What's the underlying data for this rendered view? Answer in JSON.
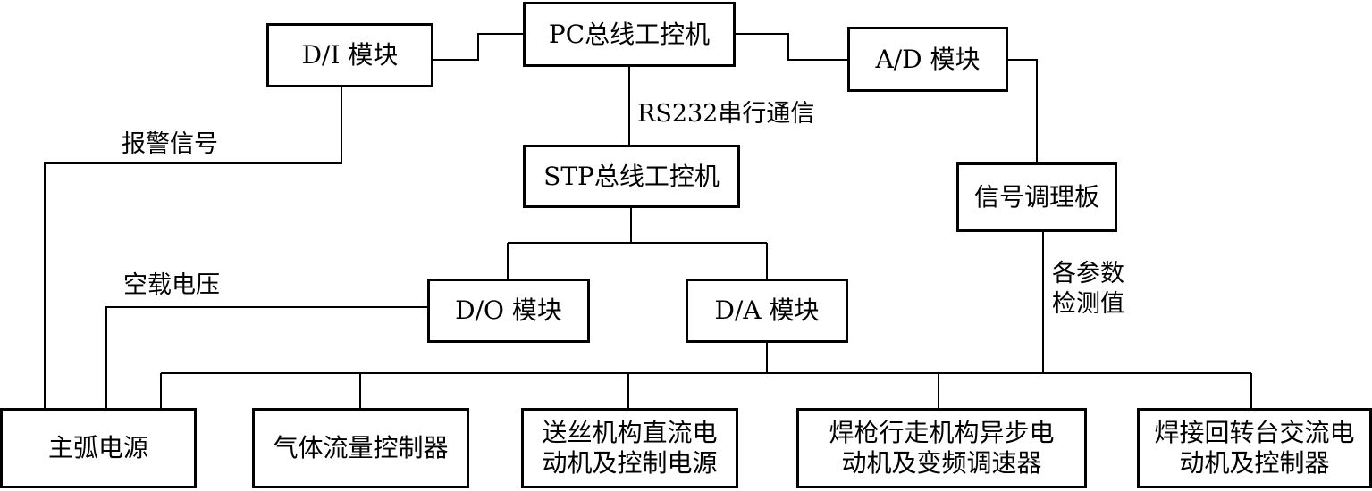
{
  "boxes": {
    "pc": "PC总线工控机",
    "di": "D/I 模块",
    "ad": "A/D 模块",
    "stp": "STP总线工控机",
    "signal_board": "信号调理板",
    "do": "D/O 模块",
    "da": "D/A 模块",
    "main_power": "主弧电源",
    "gas_flow": "气体流量控制器",
    "wire_feed": "送丝机构直流电动机及控制电源",
    "torch_travel": "焊枪行走机构异步电动机及变频调速器",
    "turntable": "焊接回转台交流电动机及控制器"
  },
  "labels": {
    "rs232": "RS232串行通信",
    "alarm": "报警信号",
    "no_load_voltage": "空载电压",
    "params": "各参数检测值"
  }
}
